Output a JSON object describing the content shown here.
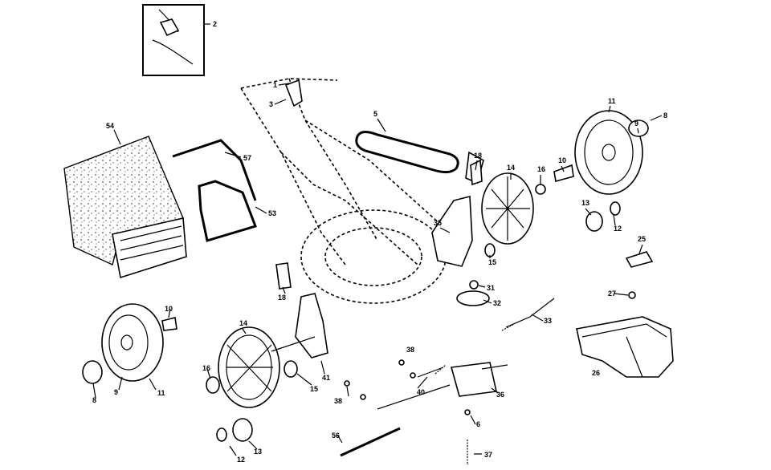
{
  "diagram": {
    "callouts": {
      "c2": "2",
      "c1": "1",
      "c3": "3",
      "c5": "5",
      "c18a": "18",
      "c14a": "14",
      "c16a": "16",
      "c10a": "10",
      "c11a": "11",
      "c9a": "9",
      "c8a": "8",
      "c13a": "13",
      "c12a": "12",
      "c54": "54",
      "c57": "57",
      "c53": "53",
      "c35": "35",
      "c15a": "15",
      "c31": "31",
      "c32": "32",
      "c25": "25",
      "c27": "27",
      "c26": "26",
      "c18b": "18",
      "c10b": "10",
      "c14b": "14",
      "c16b": "16",
      "c11b": "11",
      "c9b": "9",
      "c8b": "8",
      "c41": "41",
      "c15b": "15",
      "c38a": "38",
      "c38b": "38",
      "c40": "40",
      "c33": "33",
      "c36": "36",
      "c6": "6",
      "c37": "37",
      "c56": "56",
      "c12b": "12",
      "c13b": "13"
    }
  }
}
